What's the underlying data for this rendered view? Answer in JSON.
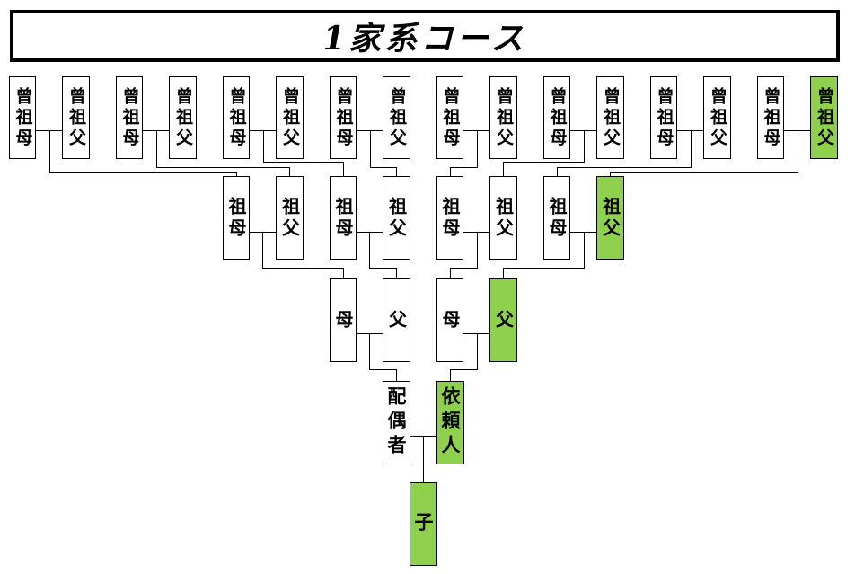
{
  "title": "1家系コース",
  "colors": {
    "highlight": "#8fd14f",
    "line": "#000000",
    "box_bg": "#ffffff"
  },
  "great_grandparents": [
    {
      "label": "曾祖母",
      "highlight": false
    },
    {
      "label": "曾祖父",
      "highlight": false
    },
    {
      "label": "曾祖母",
      "highlight": false
    },
    {
      "label": "曾祖父",
      "highlight": false
    },
    {
      "label": "曾祖母",
      "highlight": false
    },
    {
      "label": "曾祖父",
      "highlight": false
    },
    {
      "label": "曾祖母",
      "highlight": false
    },
    {
      "label": "曾祖父",
      "highlight": false
    },
    {
      "label": "曾祖母",
      "highlight": false
    },
    {
      "label": "曾祖父",
      "highlight": false
    },
    {
      "label": "曾祖母",
      "highlight": false
    },
    {
      "label": "曾祖父",
      "highlight": false
    },
    {
      "label": "曾祖母",
      "highlight": false
    },
    {
      "label": "曾祖父",
      "highlight": false
    },
    {
      "label": "曾祖母",
      "highlight": false
    },
    {
      "label": "曾祖父",
      "highlight": true
    }
  ],
  "grandparents": [
    {
      "label": "祖母",
      "highlight": false
    },
    {
      "label": "祖父",
      "highlight": false
    },
    {
      "label": "祖母",
      "highlight": false
    },
    {
      "label": "祖父",
      "highlight": false
    },
    {
      "label": "祖母",
      "highlight": false
    },
    {
      "label": "祖父",
      "highlight": false
    },
    {
      "label": "祖母",
      "highlight": false
    },
    {
      "label": "祖父",
      "highlight": true
    }
  ],
  "parents": [
    {
      "label": "母",
      "highlight": false
    },
    {
      "label": "父",
      "highlight": false
    },
    {
      "label": "母",
      "highlight": false
    },
    {
      "label": "父",
      "highlight": true
    }
  ],
  "couple": [
    {
      "label": "配偶者",
      "highlight": false
    },
    {
      "label": "依頼人",
      "highlight": true
    }
  ],
  "child": {
    "label": "子",
    "highlight": true
  }
}
